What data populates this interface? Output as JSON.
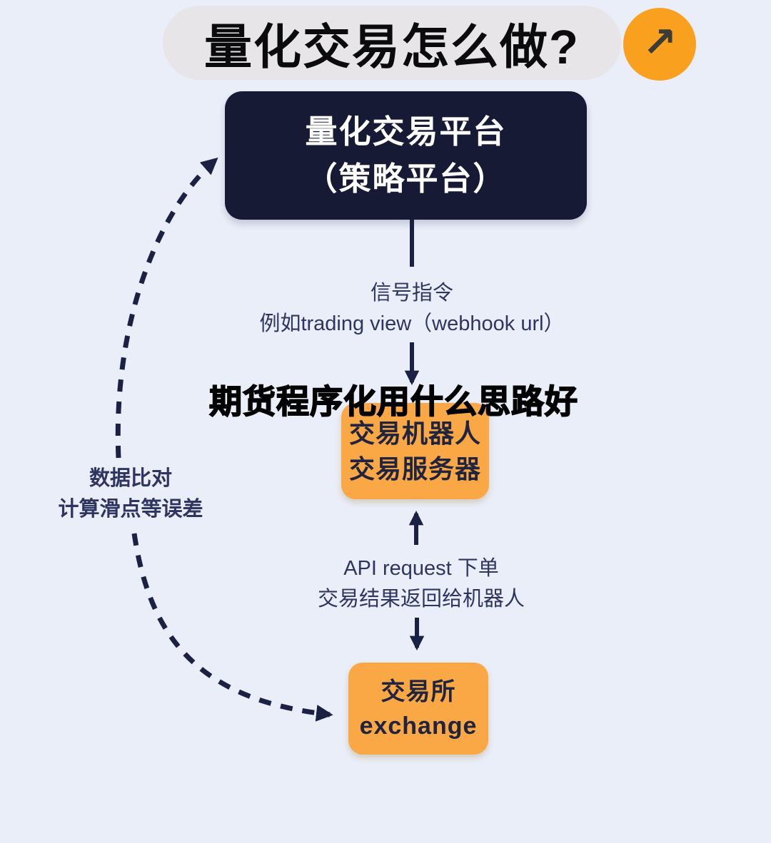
{
  "header": {
    "title": "量化交易怎么做?",
    "action_button": {
      "icon": "arrow-up-right",
      "glyph": "↗",
      "bg_color": "#f9a11f"
    }
  },
  "overlay_caption": "期货程序化用什么思路好",
  "flow": {
    "platform": {
      "line1": "量化交易平台",
      "line2": "（策略平台）"
    },
    "robot": {
      "line1": "交易机器人",
      "line2": "交易服务器"
    },
    "exchange": {
      "line1": "交易所",
      "line2": "exchange"
    }
  },
  "edge_labels": {
    "signal": {
      "line1": "信号指令",
      "line2": "例如trading view（webhook url）"
    },
    "api": {
      "line1": "API request 下单",
      "line2": "交易结果返回给机器人"
    },
    "feedback": {
      "line1": "数据比对",
      "line2": "计算滑点等误差"
    }
  },
  "colors": {
    "background": "#eaeef9",
    "title_pill": "#e7e5e7",
    "navy_node": "#171a35",
    "orange_node": "#f9a845",
    "accent_circle": "#f9a11f",
    "arrow": "#1b2142",
    "label_text": "#2e3560",
    "caption_text": "#020202"
  }
}
